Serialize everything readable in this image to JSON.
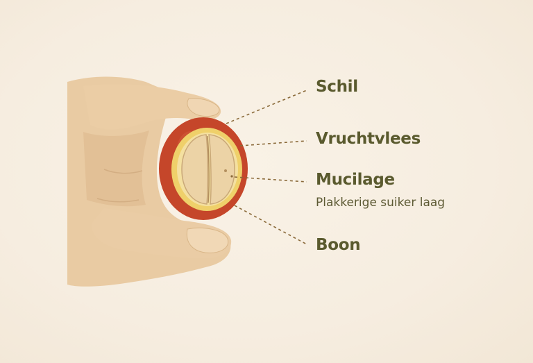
{
  "labels": {
    "skin": "Schil",
    "pulp": "Vruchtvlees",
    "mucilage": "Mucilage",
    "mucilage_note": "Plakkerige suiker laag",
    "bean": "Boon"
  },
  "colors": {
    "background": "#f7efe2",
    "skin": "#c5462a",
    "pulp": "#efd06a",
    "bean": "#ecd3a6",
    "hand": "#e8c9a0",
    "label_text": "#5a5a2e",
    "leader_line": "#8a6a3a"
  }
}
